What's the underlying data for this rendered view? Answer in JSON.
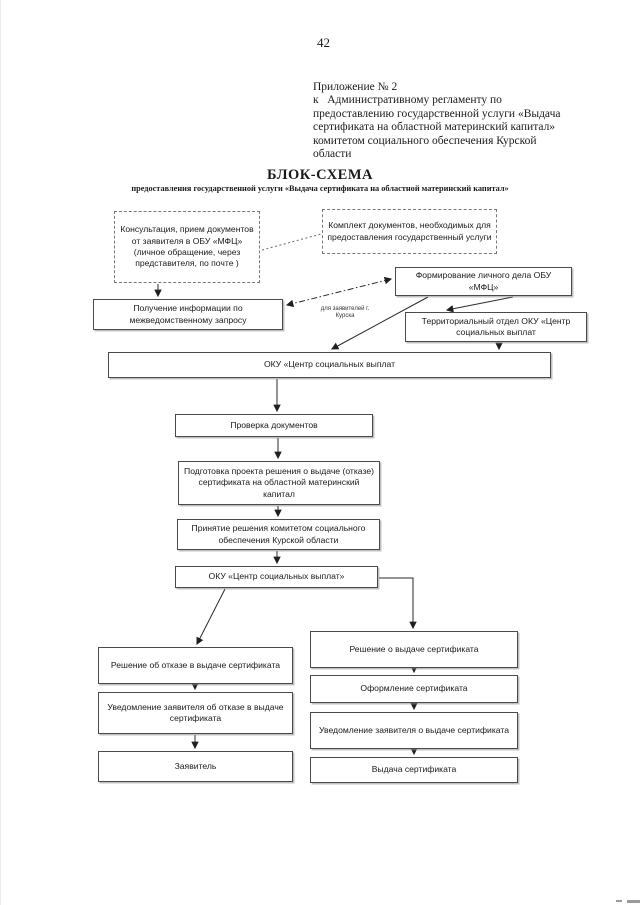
{
  "page": {
    "number": "42"
  },
  "annex": {
    "lines": [
      "Приложение № 2",
      "к   Административному регламенту по",
      "предоставлению государственной услуги «Выдача",
      "сертификата на областной материнский капитал»",
      "комитетом социального обеспечения Курской",
      "области"
    ]
  },
  "diagram": {
    "title": "БЛОК-СХЕМА",
    "subtitle": "предоставления государственной услуги «Выдача сертификата на областной материнский капитал»",
    "nodes": {
      "consultation": "Консультация, прием документов от заявителя в ОБУ «МФЦ» (личное обращение, через представителя, по почте )",
      "documents_package": "Комплект документов, необходимых для предоставления государственный услуги",
      "personal_file": "Формирование личного дела ОБУ «МФЦ»",
      "interagency_info": "Получение информации по межведомственному запросу",
      "territorial_dept": "Территориальный отдел ОКУ «Центр социальных выплат",
      "oku_center": "ОКУ «Центр социальных выплат",
      "check_documents": "Проверка документов",
      "draft_decision": "Подготовка проекта решения о выдаче (отказе) сертификата на областной материнский капитал",
      "committee_decision": "Принятие решения комитетом социального обеспечения Курской области",
      "oku_center_2": "ОКУ «Центр социальных выплат»",
      "refusal_decision": "Решение об отказе в выдаче сертификата",
      "refusal_notification": "Уведомление заявителя об отказе в выдаче сертификата",
      "applicant": "Заявитель",
      "issue_decision": "Решение о выдаче сертификата",
      "certificate_registration": "Оформление сертификата",
      "issue_notification": "Уведомление заявителя о выдаче сертификата",
      "certificate_issue": "Выдача сертификата"
    },
    "edge_label": "для заявителей г. Курска",
    "edges": [
      {
        "from": "consultation",
        "to": "interagency_info",
        "style": "solid-arrow"
      },
      {
        "from": "consultation",
        "to": "documents_package",
        "style": "dotted"
      },
      {
        "from": "interagency_info",
        "to": "personal_file",
        "style": "dashdot-double-arrow"
      },
      {
        "from": "personal_file",
        "to": "oku_center",
        "style": "solid-arrow",
        "label": "для заявителей г. Курска"
      },
      {
        "from": "personal_file",
        "to": "territorial_dept",
        "style": "solid-arrow"
      },
      {
        "from": "territorial_dept",
        "to": "oku_center",
        "style": "solid-arrow"
      },
      {
        "from": "oku_center",
        "to": "check_documents",
        "style": "solid-arrow"
      },
      {
        "from": "check_documents",
        "to": "draft_decision",
        "style": "solid-arrow"
      },
      {
        "from": "draft_decision",
        "to": "committee_decision",
        "style": "solid-arrow"
      },
      {
        "from": "committee_decision",
        "to": "oku_center_2",
        "style": "solid-arrow"
      },
      {
        "from": "oku_center_2",
        "to": "refusal_decision",
        "style": "solid-arrow"
      },
      {
        "from": "oku_center_2",
        "to": "issue_decision",
        "style": "elbow-arrow"
      },
      {
        "from": "refusal_decision",
        "to": "refusal_notification",
        "style": "solid-arrow"
      },
      {
        "from": "refusal_notification",
        "to": "applicant",
        "style": "solid-arrow"
      },
      {
        "from": "issue_decision",
        "to": "certificate_registration",
        "style": "solid-arrow"
      },
      {
        "from": "certificate_registration",
        "to": "issue_notification",
        "style": "solid-arrow"
      },
      {
        "from": "issue_notification",
        "to": "certificate_issue",
        "style": "solid-arrow"
      }
    ]
  }
}
